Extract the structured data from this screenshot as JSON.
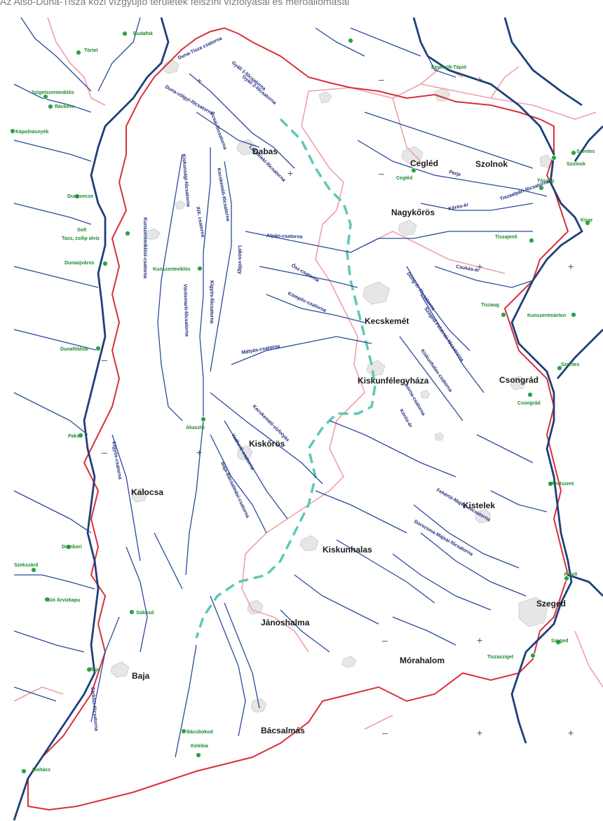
{
  "caption": "Az Alsó-Duna-Tisza közi vízgyűjtő területek felszíni vízfolyásai és mérőállomásai",
  "colors": {
    "river_major": "#1f3f7a",
    "river_minor": "#2b4a9a",
    "boundary_red": "#d8303a",
    "boundary_pink": "#f0a0aa",
    "watershed": "#5ec8b8",
    "gauge": "#2aa34a",
    "settlement_fill": "#e6e6e6"
  },
  "cities": [
    {
      "name": "Dabas"
    },
    {
      "name": "Cegléd"
    },
    {
      "name": "Szolnok"
    },
    {
      "name": "Nagykőrös"
    },
    {
      "name": "Kecskemét"
    },
    {
      "name": "Kiskunfélegyháza"
    },
    {
      "name": "Csongrád"
    },
    {
      "name": "Kiskőrös"
    },
    {
      "name": "Kalocsa"
    },
    {
      "name": "Kistelek"
    },
    {
      "name": "Kiskunhalas"
    },
    {
      "name": "Szeged"
    },
    {
      "name": "Jánoshalma"
    },
    {
      "name": "Mórahalom"
    },
    {
      "name": "Baja"
    },
    {
      "name": "Bácsalmás"
    }
  ],
  "gauges": [
    {
      "name": "Budafok"
    },
    {
      "name": "Törtel"
    },
    {
      "name": "Szigetszentmiklós"
    },
    {
      "name": "Ráckeve"
    },
    {
      "name": "Kápolnásnyék"
    },
    {
      "name": "Szolnok"
    },
    {
      "name": "Egyesült-Tápió"
    },
    {
      "name": "Szentes"
    },
    {
      "name": "Cegléd"
    },
    {
      "name": "Tószeg"
    },
    {
      "name": "Kisar"
    },
    {
      "name": "Tiszajenő"
    },
    {
      "name": "Tiszaug"
    },
    {
      "name": "Kunszentmárton"
    },
    {
      "name": "Dunavecse"
    },
    {
      "name": "Dunaújváros"
    },
    {
      "name": "Solt"
    },
    {
      "name": "Tass, zsilip alvíz"
    },
    {
      "name": "Kunszentmiklós"
    },
    {
      "name": "Dunaföldvár"
    },
    {
      "name": "Csongrád"
    },
    {
      "name": "Szentes"
    },
    {
      "name": "Akasztó"
    },
    {
      "name": "Paks"
    },
    {
      "name": "Mindszent"
    },
    {
      "name": "Dombori"
    },
    {
      "name": "Szekszárd"
    },
    {
      "name": "Sió Árvízkapu"
    },
    {
      "name": "Sükösd"
    },
    {
      "name": "Algyő"
    },
    {
      "name": "Szeged"
    },
    {
      "name": "Tiszasziget"
    },
    {
      "name": "Baja"
    },
    {
      "name": "Mohács"
    },
    {
      "name": "Bácsbokod"
    },
    {
      "name": "Kelebia"
    }
  ],
  "canals": [
    {
      "name": "Duna-Tisza csatorna"
    },
    {
      "name": "Gyáli 1-főcsatorna"
    },
    {
      "name": "Gyáli 2-főcsatorna"
    },
    {
      "name": "Ócsai-főcsatorna"
    },
    {
      "name": "Duna-völgyi-főcsatorna"
    },
    {
      "name": "Kiskunsági-főcsatorna"
    },
    {
      "name": "XIX. csatorna"
    },
    {
      "name": "Lakiteleki-főcsatorna"
    },
    {
      "name": "Kecskeméti-főcsatorna"
    },
    {
      "name": "Kőrös-ér"
    },
    {
      "name": "Perje"
    },
    {
      "name": "Tiszaalpári-főcsatorna"
    },
    {
      "name": "Csukás-ér"
    },
    {
      "name": "Alpári-csatorna"
    },
    {
      "name": "Ősz-csatorna"
    },
    {
      "name": "Lakos-völgy"
    },
    {
      "name": "Kunszentmiklósi-csatorna"
    },
    {
      "name": "Kígyós-főcsatorna"
    },
    {
      "name": "Vörösmarti-főcsatorna"
    },
    {
      "name": "Kömpöc-csatorna"
    },
    {
      "name": "Dong-ér-főcsatorna"
    },
    {
      "name": "Szeged-Fehértói-főcsatorna"
    },
    {
      "name": "Kiskunhalas-csatorna"
    },
    {
      "name": "Csorna-csatorna"
    },
    {
      "name": "Körös-ér"
    },
    {
      "name": "Mátyás-csatorna"
    },
    {
      "name": "Kecskeméti-vízfolyás"
    },
    {
      "name": "Vadkerti-csatorna"
    },
    {
      "name": "Fehértó-Majsai-főcsatorna"
    },
    {
      "name": "Dorozsma-Majsai-főcsatorna"
    },
    {
      "name": "Baja-Bácsalmási-csatorna"
    },
    {
      "name": "Kígyós-csatorna"
    },
    {
      "name": "Sárközi-főcsatorna"
    }
  ]
}
